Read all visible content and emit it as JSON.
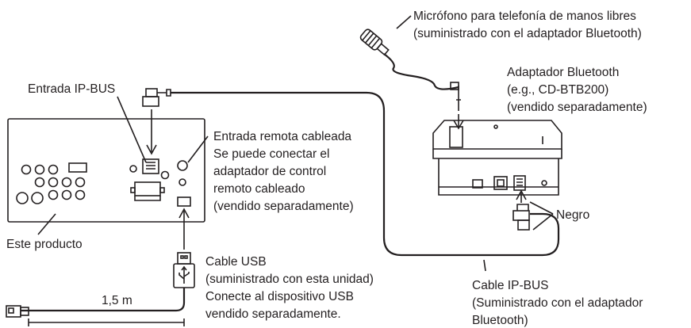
{
  "labels": {
    "microphone": [
      "Micrófono para telefonía de manos libres",
      "(suministrado con el adaptador Bluetooth)"
    ],
    "bt_adapter": [
      "Adaptador Bluetooth",
      "(e.g., CD-BTB200)",
      "(vendido separadamente)"
    ],
    "ipbus_input": "Entrada IP-BUS",
    "wired_remote": [
      "Entrada remota cableada",
      "Se puede conectar el",
      "adaptador de control",
      "remoto cableado",
      "(vendido separadamente)"
    ],
    "this_product": "Este producto",
    "usb_cable": [
      "Cable USB",
      "(suministrado con esta unidad)",
      "Conecte al dispositivo USB",
      "vendido separadamente."
    ],
    "length": "1,5 m",
    "black": "Negro",
    "ipbus_cable": [
      "Cable IP-BUS",
      "(Suministrado con el adaptador",
      "Bluetooth)"
    ]
  },
  "colors": {
    "line": "#231f20",
    "panel_fill": "#ffffff",
    "background": "#ffffff"
  },
  "icons": [
    "usb-icon"
  ]
}
